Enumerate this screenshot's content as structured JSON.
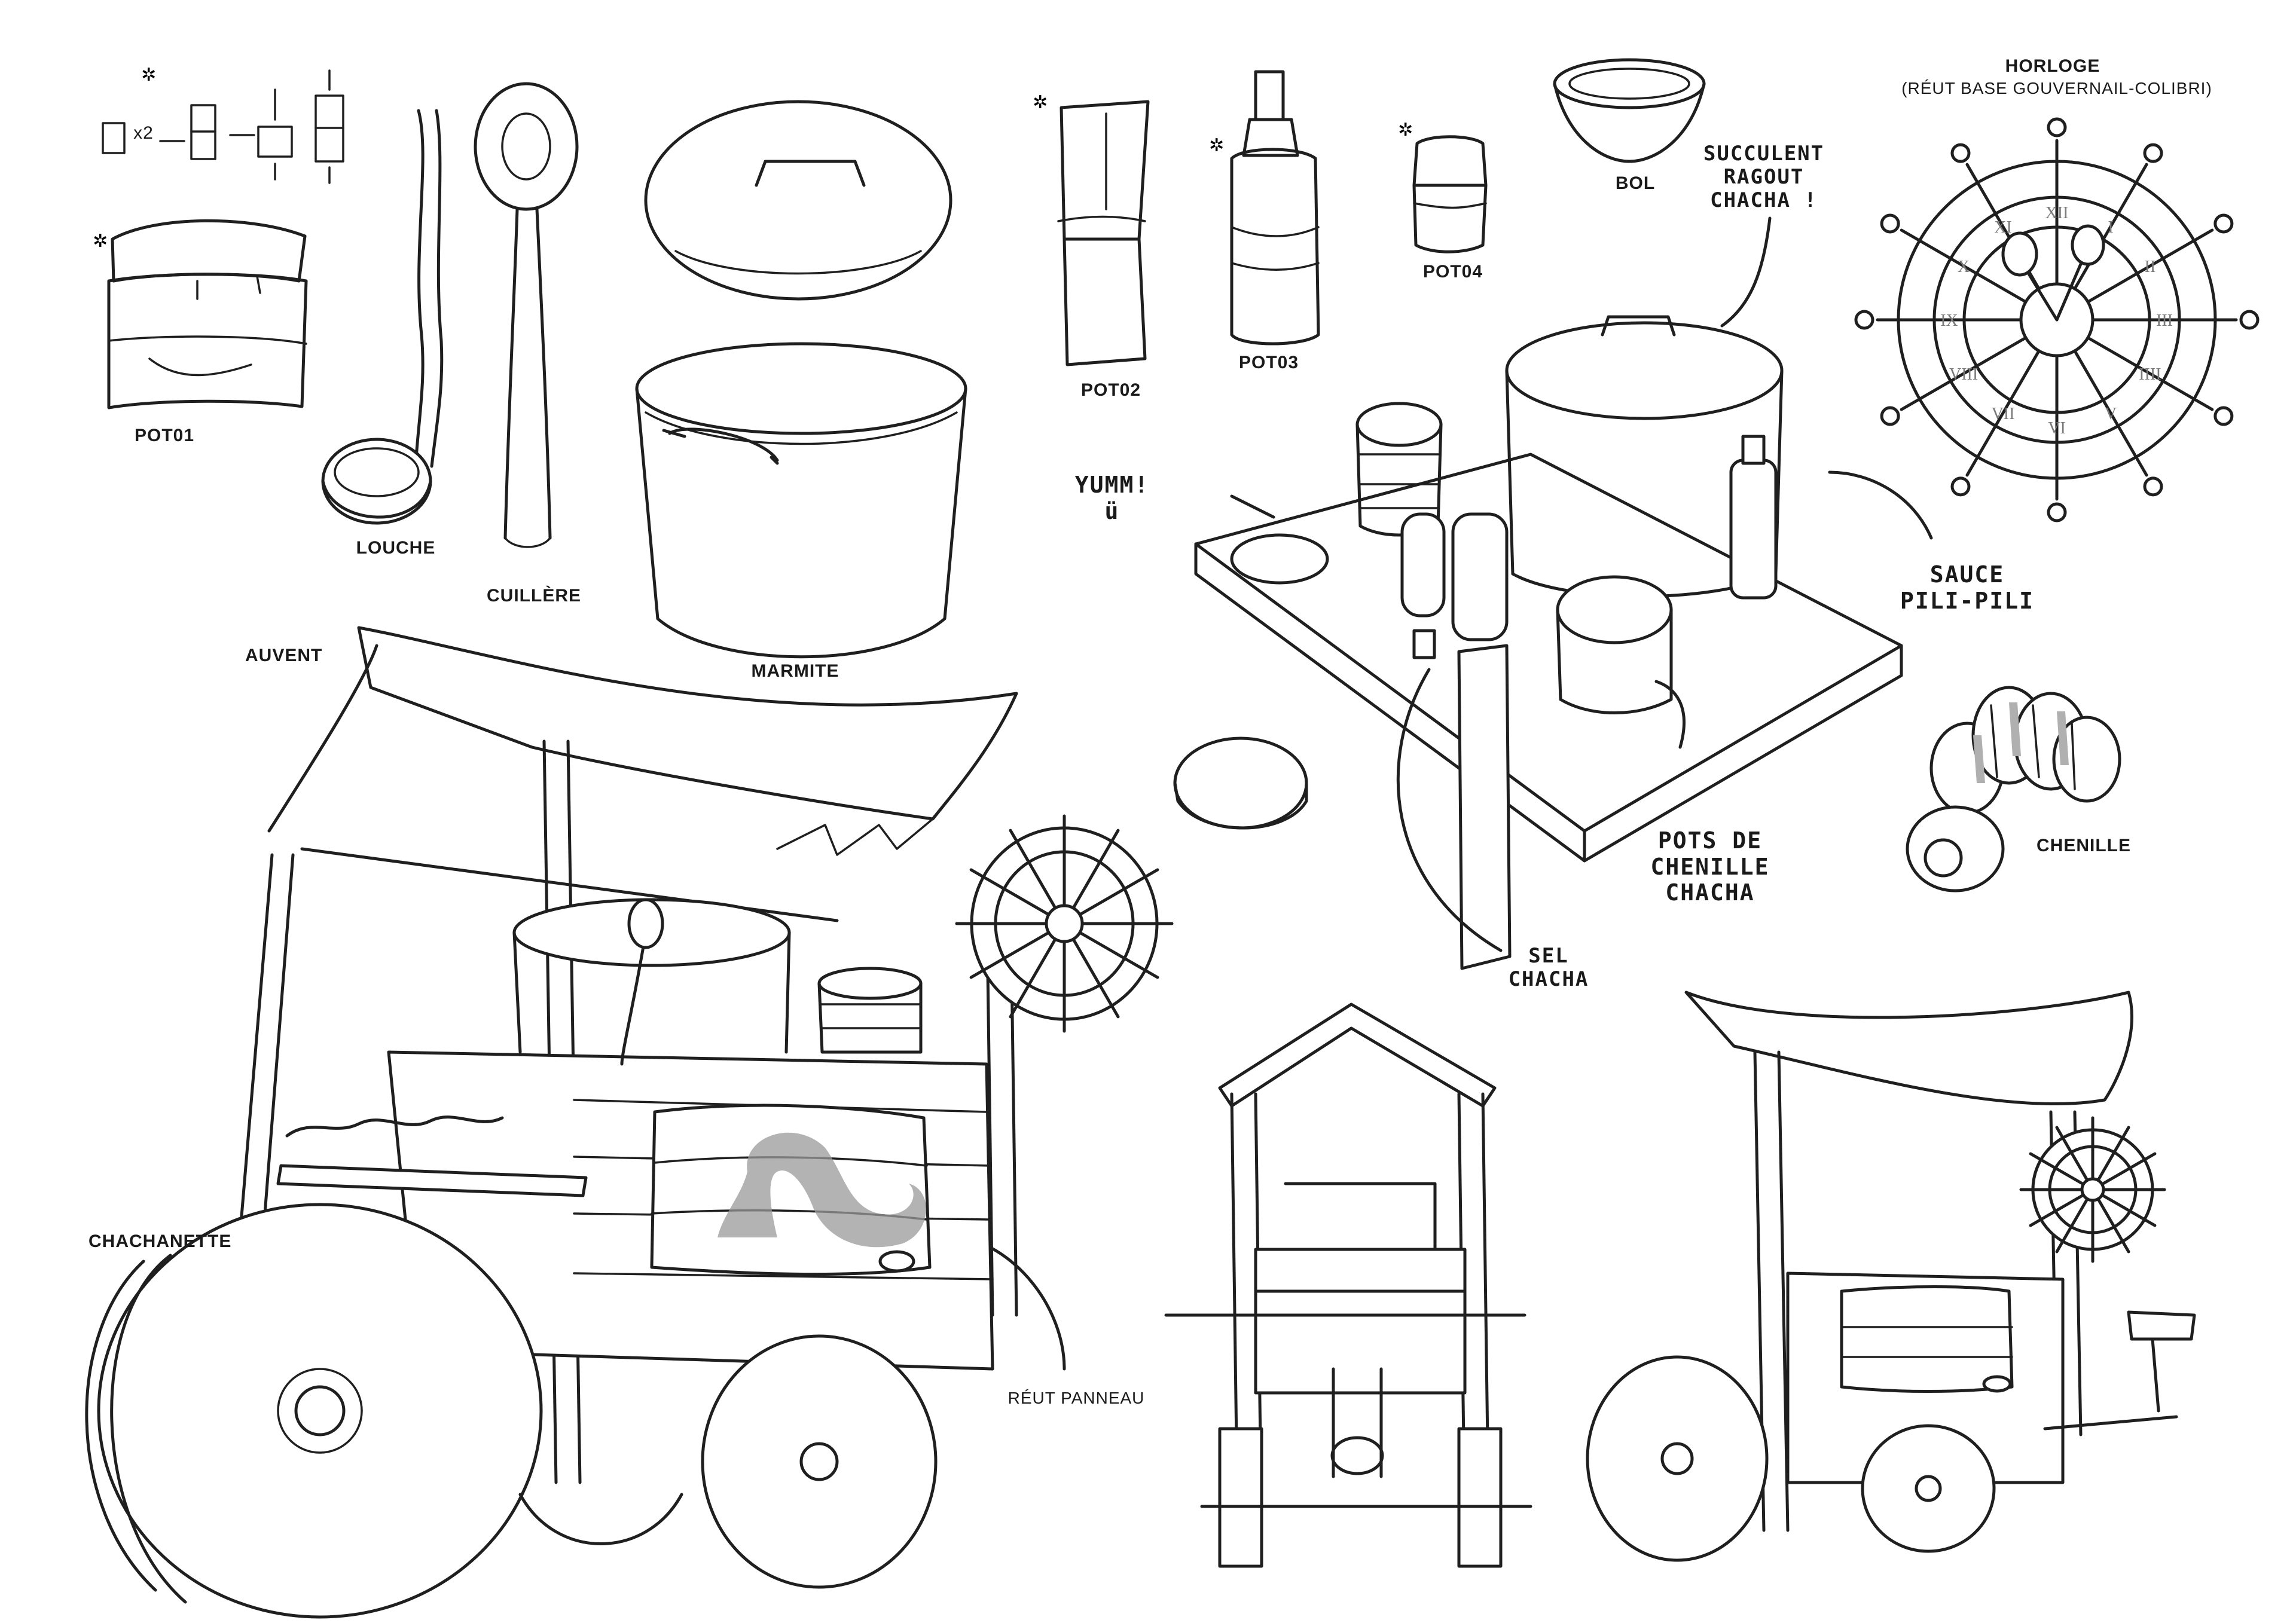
{
  "labels": {
    "pot01": "POT01",
    "pot02": "POT02",
    "pot03": "POT03",
    "pot04": "POT04",
    "louche": "LOUCHE",
    "cuillere": "CUILLÈRE",
    "marmite": "MARMITE",
    "bol": "BOL",
    "horloge": "HORLOGE",
    "horloge_note": "(RÉUT BASE GOUVERNAIL-COLIBRI)",
    "auvent": "AUVENT",
    "chachanette": "CHACHANETTE",
    "reut_panneau": "RÉUT PANNEAU",
    "chenille": "CHENILLE"
  },
  "annotations": {
    "succulent": [
      "SUCCULENT",
      "RAGOUT",
      "CHACHA !"
    ],
    "yumm": "YUMM!",
    "yumm_face": "ü",
    "sauce": [
      "SAUCE",
      "PILI-PILI"
    ],
    "pots_de_chenille": [
      "POTS DE",
      "CHENILLE",
      "CHACHA"
    ],
    "sel": [
      "SEL",
      "CHACHA"
    ],
    "times_two": "x2"
  },
  "markers": {
    "asterisk": "✲"
  },
  "clock_numerals": [
    "XII",
    "I",
    "II",
    "III",
    "IIII",
    "V",
    "VI",
    "VII",
    "VIII",
    "IX",
    "X",
    "XI"
  ]
}
